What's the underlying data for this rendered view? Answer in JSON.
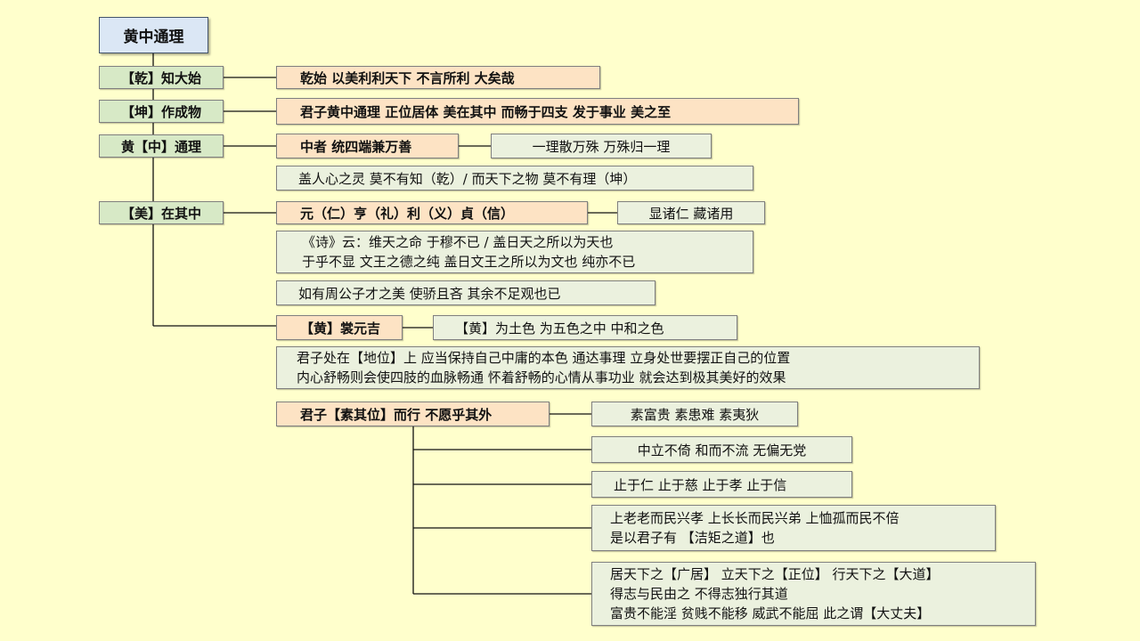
{
  "root": "黄中通理",
  "left": [
    "【乾】知大始",
    "【坤】作成物",
    "黄【中】通理",
    "【美】在其中"
  ],
  "boxes": {
    "qian": "乾始 以美利利天下 不言所利 大矣哉",
    "kun": "君子黄中通理 正位居体 美在其中 而畅于四支 发于事业 美之至",
    "zhong": "中者 统四端兼万善",
    "zhong_note": "一理散万殊 万殊归一理",
    "gai": "盖人心之灵 莫不有知（乾）/ 而天下之物 莫不有理（坤）",
    "yuan": "元（仁）亨（礼）利（义）貞（信）",
    "yuan_note": "显诸仁 藏诸用",
    "shi": [
      "《诗》云：维天之命 于穆不已 / 盖日天之所以为天也",
      "于乎不显 文王之德之纯 盖日文王之所以为文也 纯亦不已"
    ],
    "ru": "如有周公子才之美 使骄且吝 其余不足观也已",
    "huang": "【黄】裳元吉",
    "huang_note": "【黄】为土色 为五色之中 中和之色",
    "junzi": [
      "君子处在【地位】上 应当保持自己中庸的本色 通达事理 立身处世要摆正自己的位置",
      "内心舒畅则会使四肢的血脉畅通 怀着舒畅的心情从事功业 就会达到极其美好的效果"
    ],
    "su": "君子【素其位】而行 不愿乎其外",
    "su_1": "素富贵 素患难 素夷狄",
    "su_2": "中立不倚 和而不流 无偏无党",
    "su_3": "止于仁 止于慈 止于孝 止于信",
    "su_4": [
      "上老老而民兴孝 上长长而民兴弟 上恤孤而民不倍",
      "是以君子有 【洁矩之道】也"
    ],
    "su_5": [
      "居天下之【广居】 立天下之【正位】 行天下之【大道】",
      "得志与民由之 不得志独行其道",
      "富贵不能淫 贫贱不能移 威武不能屈 此之谓【大丈夫】"
    ]
  }
}
